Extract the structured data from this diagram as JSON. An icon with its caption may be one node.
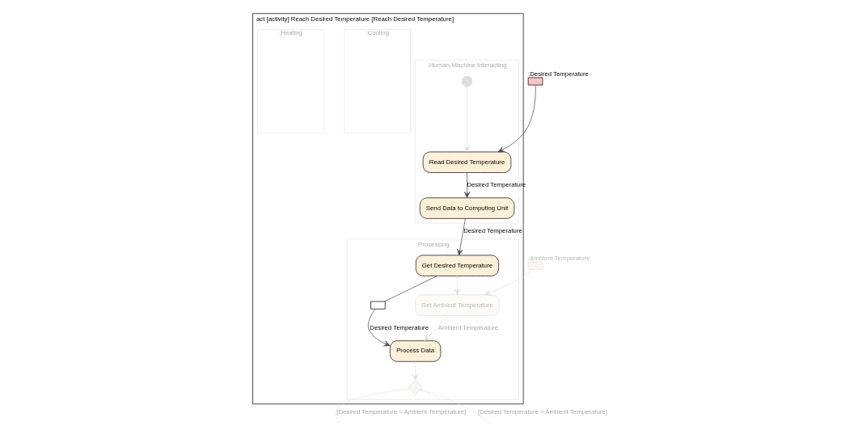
{
  "diagram": {
    "nodes": [
      {
        "text": [
          "act [activity] Reach Desired Temperature [Reach Desired Temperature]"
        ]
      },
      {
        "text": [
          ":Human-Machine Interacting"
        ],
        "in": 0
      },
      {
        "text": [
          ":Cooling"
        ],
        "in": 0
      },
      {
        "text": [
          ":Processing"
        ],
        "in": 0
      },
      {
        "text": [
          ":Heating"
        ],
        "in": 0
      },
      {
        "text": [],
        "shape": "box",
        "beside": [
          ":Desired Temperature"
        ]
      },
      {
        "text": [],
        "shape": "box",
        "beside": [
          ":Ambient Temperature"
        ]
      },
      {
        "text": [],
        "shape": "circle",
        "in": 1
      },
      {
        "text": [
          "Read Desired Temperature"
        ],
        "in": 1
      },
      {
        "text": [
          "Send Data to Computing Unit"
        ],
        "in": 1
      },
      {
        "text": [
          "Get Desired Temperature"
        ],
        "in": 3
      },
      {
        "text": [
          "Get Ambient Temperature"
        ],
        "in": 3
      },
      {
        "text": [
          "Process Data"
        ],
        "in": 3
      },
      {
        "text": [],
        "shape": "box",
        "in": 3
      },
      {
        "text": [],
        "shape": "diamond",
        "in": 3
      }
    ],
    "edges": [
      {
        "from": 5,
        "to": 8,
        "arrow": "to",
        "color": "#444444"
      },
      {
        "from": 7,
        "to": 8,
        "arrow": "to",
        "style": "dashed"
      },
      {
        "from": 8,
        "to": 9,
        "arrow": "to",
        "label": "Desired Temperature",
        "color": "#444444"
      },
      {
        "from": 9,
        "to": 10,
        "arrow": "to",
        "label": "Desired Temperature",
        "color": "#444444"
      },
      {
        "from": 10,
        "to": 11,
        "arrow": "to",
        "style": "dashed"
      },
      {
        "from": 6,
        "to": 11,
        "arrow": "to"
      },
      {
        "from": 10,
        "to": 13,
        "arrow": "none",
        "color": "#444444"
      },
      {
        "from": 13,
        "to": 12,
        "arrow": "to",
        "label": "Desired Temperature",
        "color": "#444444"
      },
      {
        "from": 11,
        "to": 12,
        "arrow": "to",
        "label": "Ambient Temperature"
      },
      {
        "from": 12,
        "to": 14,
        "arrow": "to",
        "style": "dashed"
      },
      {
        "from": 14,
        "to": null,
        "arrow": "none",
        "label": "[Desired Temperature < Ambient Temperature]",
        "style": "dashed"
      },
      {
        "from": 14,
        "to": null,
        "arrow": "none",
        "label": "[Desired Temperature > Ambient Temperature]",
        "style": "dashed"
      }
    ]
  }
}
